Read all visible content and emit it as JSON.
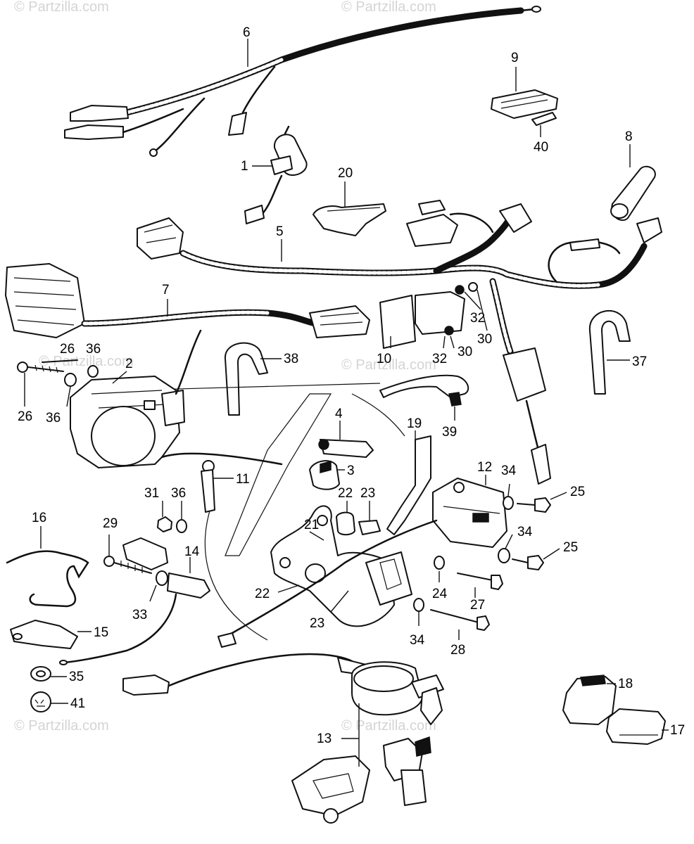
{
  "watermark": {
    "text": "© Partzilla.com"
  },
  "callouts": {
    "c1": "1",
    "c2": "2",
    "c3": "3",
    "c4": "4",
    "c5": "5",
    "c6": "6",
    "c7": "7",
    "c8": "8",
    "c9": "9",
    "c10": "10",
    "c11": "11",
    "c12": "12",
    "c13": "13",
    "c14": "14",
    "c15": "15",
    "c16": "16",
    "c17": "17",
    "c18": "18",
    "c19": "19",
    "c20": "20",
    "c21": "21",
    "c22a": "22",
    "c22b": "22",
    "c23a": "23",
    "c23b": "23",
    "c24": "24",
    "c25a": "25",
    "c25b": "25",
    "c26a": "26",
    "c26b": "26",
    "c27": "27",
    "c28": "28",
    "c29": "29",
    "c30a": "30",
    "c30b": "30",
    "c31": "31",
    "c32a": "32",
    "c32b": "32",
    "c33": "33",
    "c34a": "34",
    "c34b": "34",
    "c34c": "34",
    "c35": "35",
    "c36a": "36",
    "c36b": "36",
    "c36c": "36",
    "c37": "37",
    "c38": "38",
    "c39": "39",
    "c40": "40",
    "c41": "41"
  }
}
